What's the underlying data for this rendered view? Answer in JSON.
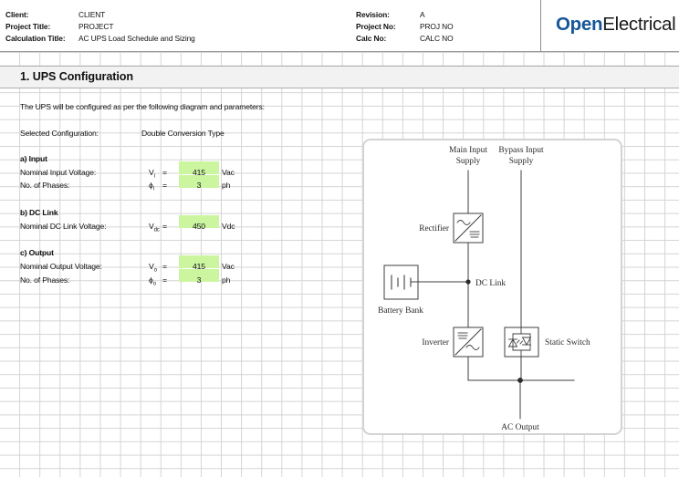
{
  "header": {
    "fields": [
      {
        "label": "Client:",
        "value": "CLIENT"
      },
      {
        "label": "Project Title:",
        "value": "PROJECT"
      },
      {
        "label": "Calculation Title:",
        "value": "AC UPS Load Schedule and Sizing"
      }
    ],
    "fields_right": [
      {
        "label": "Revision:",
        "value": "A"
      },
      {
        "label": "Project No:",
        "value": "PROJ NO"
      },
      {
        "label": "Calc No:",
        "value": "CALC NO"
      }
    ],
    "logo": {
      "part1": "Open",
      "part2": "Electrical",
      "color1": "#16559A",
      "color2": "#1a1a1a"
    }
  },
  "section": {
    "title": "1. UPS Configuration",
    "intro": "The UPS will be configured as per the following diagram and parameters:",
    "config_label": "Selected Configuration:",
    "config_value": "Double Conversion Type"
  },
  "groups": {
    "input_heading": "a) Input",
    "dclink_heading": "b) DC Link",
    "output_heading": "c) Output"
  },
  "parameters": [
    {
      "name": "Nominal Input Voltage:",
      "symbol": "V",
      "sub": "i",
      "eq": "=",
      "value": "415",
      "unit": "Vac"
    },
    {
      "name": "No. of Phases:",
      "symbol": "ϕ",
      "sub": "i",
      "eq": "=",
      "value": "3",
      "unit": "ph"
    },
    {
      "name": "Nominal DC Link Voltage:",
      "symbol": "V",
      "sub": "dc",
      "eq": "=",
      "value": "450",
      "unit": "Vdc"
    },
    {
      "name": "Nominal Output Voltage:",
      "symbol": "V",
      "sub": "o",
      "eq": "=",
      "value": "415",
      "unit": "Vac"
    },
    {
      "name": "No. of Phases:",
      "symbol": "ϕ",
      "sub": "o",
      "eq": "=",
      "value": "3",
      "unit": "ph"
    }
  ],
  "diagram": {
    "labels": {
      "main_input": "Main Input",
      "main_input_2": "Supply",
      "bypass_input": "Bypass Input",
      "bypass_input_2": "Supply",
      "rectifier": "Rectifier",
      "dc_link": "DC Link",
      "battery": "Battery Bank",
      "inverter": "Inverter",
      "static_switch": "Static Switch",
      "ac_output": "AC Output"
    }
  },
  "colors": {
    "input_cell_fill": "#ccf5a0",
    "section_band": "#f2f2f2",
    "grid_line": "#d4d4d4",
    "diagram_border": "#d3d3d3"
  }
}
